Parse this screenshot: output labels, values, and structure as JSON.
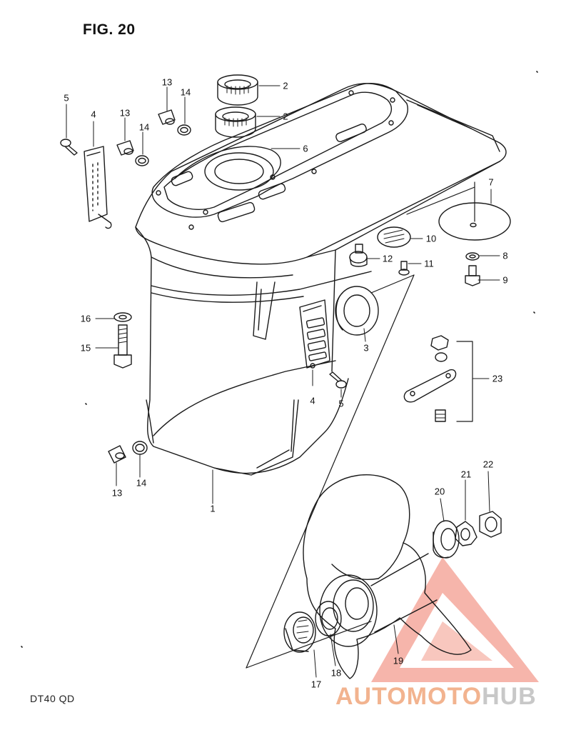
{
  "figure": {
    "title": "FIG. 20",
    "model": "DT40 QD"
  },
  "callouts": [
    {
      "id": "c1",
      "label": "1"
    },
    {
      "id": "c2a",
      "label": "2"
    },
    {
      "id": "c2b",
      "label": "2"
    },
    {
      "id": "c3",
      "label": "3"
    },
    {
      "id": "c4a",
      "label": "4"
    },
    {
      "id": "c4b",
      "label": "4"
    },
    {
      "id": "c5a",
      "label": "5"
    },
    {
      "id": "c5b",
      "label": "5"
    },
    {
      "id": "c6",
      "label": "6"
    },
    {
      "id": "c7",
      "label": "7"
    },
    {
      "id": "c8",
      "label": "8"
    },
    {
      "id": "c9",
      "label": "9"
    },
    {
      "id": "c10",
      "label": "10"
    },
    {
      "id": "c11",
      "label": "11"
    },
    {
      "id": "c12",
      "label": "12"
    },
    {
      "id": "c13a",
      "label": "13"
    },
    {
      "id": "c13b",
      "label": "13"
    },
    {
      "id": "c13c",
      "label": "13"
    },
    {
      "id": "c14a",
      "label": "14"
    },
    {
      "id": "c14b",
      "label": "14"
    },
    {
      "id": "c14c",
      "label": "14"
    },
    {
      "id": "c15",
      "label": "15"
    },
    {
      "id": "c16",
      "label": "16"
    },
    {
      "id": "c17",
      "label": "17"
    },
    {
      "id": "c18",
      "label": "18"
    },
    {
      "id": "c19",
      "label": "19"
    },
    {
      "id": "c20",
      "label": "20"
    },
    {
      "id": "c21",
      "label": "21"
    },
    {
      "id": "c22",
      "label": "22"
    },
    {
      "id": "c23",
      "label": "23"
    }
  ],
  "watermark": {
    "part1": "AUTOMOTO",
    "part2": "HUB",
    "color_accent": "#e8503a",
    "color_gray": "#bdbdbd"
  },
  "colors": {
    "ink": "#1a1a1a",
    "paper": "#ffffff"
  }
}
